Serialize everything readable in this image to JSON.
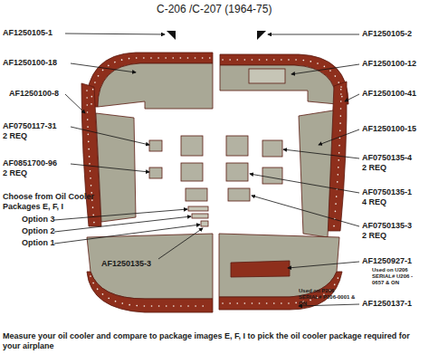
{
  "diagram": {
    "title": "C-206 /C-207 (1964-75)",
    "caption": "Measure your oil cooler and compare to package images E, F, I to pick the oil cooler package required for your airplane",
    "labels": [
      "AF1250105-1",
      "AF1250105-2",
      "AF1250100-18",
      "AF1250100-12",
      "AF1250100-8",
      "AF1250100-41",
      "AF0750117-31",
      "2 REQ",
      "AF1250100-15",
      "AF0851700-96",
      "2 REQ",
      "AF0750135-4",
      "2 REQ",
      "Choose from Oil Cooler Packages E, F, I",
      "AF0750135-1",
      "4 REQ",
      "Option 3",
      "Option 2",
      "Option 1",
      "AF0750135-3",
      "2 REQ",
      "AF1250135-3",
      "AF1250927-1",
      "Used on U206 SERIAL# U206 - 0657 & ON",
      "AF1250137-1",
      "Used on P206 SERIAL# P206-0001 & ON"
    ]
  }
}
